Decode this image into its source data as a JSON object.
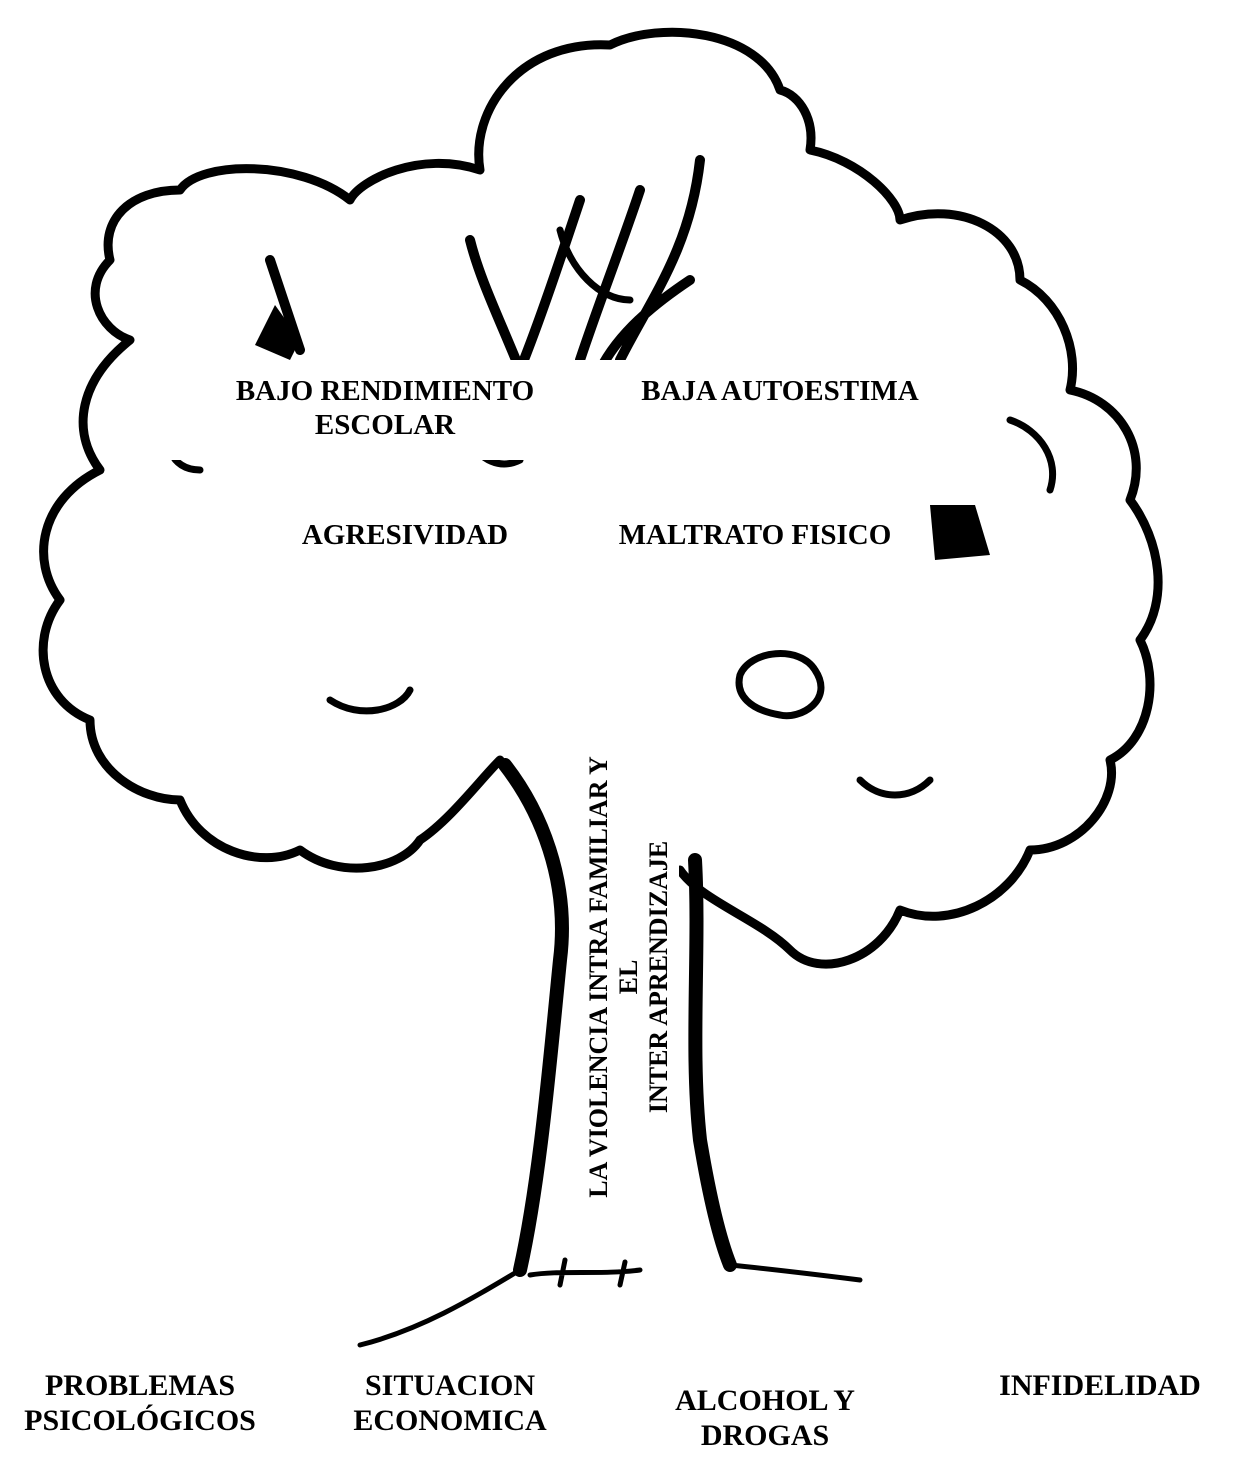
{
  "branches": {
    "top_left": [
      "BAJO RENDIMIENTO",
      "ESCOLAR"
    ],
    "top_right": "BAJA AUTOESTIMA",
    "mid_left": "AGRESIVIDAD",
    "mid_right": "MALTRATO FISICO"
  },
  "trunk": {
    "line1": "LA  VIOLENCIA INTRA FAMILIAR Y EL",
    "line2": "INTER  APRENDIZAJE"
  },
  "roots": [
    [
      "PROBLEMAS",
      "PSICOLÓGICOS"
    ],
    [
      "SITUACION",
      "ECONOMICA"
    ],
    [
      "ALCOHOL  Y",
      "DROGAS"
    ],
    [
      "INFIDELIDAD"
    ]
  ],
  "colors": {
    "ink": "#000000",
    "paper": "#ffffff"
  }
}
